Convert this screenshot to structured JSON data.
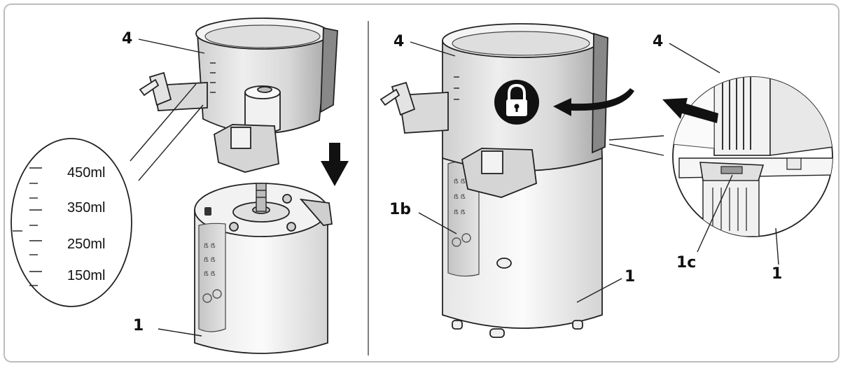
{
  "left_panel": {
    "callouts": {
      "bowl": "4",
      "base": "1"
    },
    "scale_marks": [
      "450ml",
      "350ml",
      "250ml",
      "150ml"
    ],
    "arrow_icon": "down-arrow-icon"
  },
  "right_panel": {
    "callouts": {
      "bowl": "4",
      "button": "1b",
      "base": "1"
    },
    "lock_icon": "padlock-icon",
    "arrow_icon": "rotate-arrow-icon"
  },
  "detail": {
    "callouts": {
      "bowl": "4",
      "latch": "1c",
      "base": "1"
    },
    "arrow_icon": "left-arrow-icon"
  }
}
